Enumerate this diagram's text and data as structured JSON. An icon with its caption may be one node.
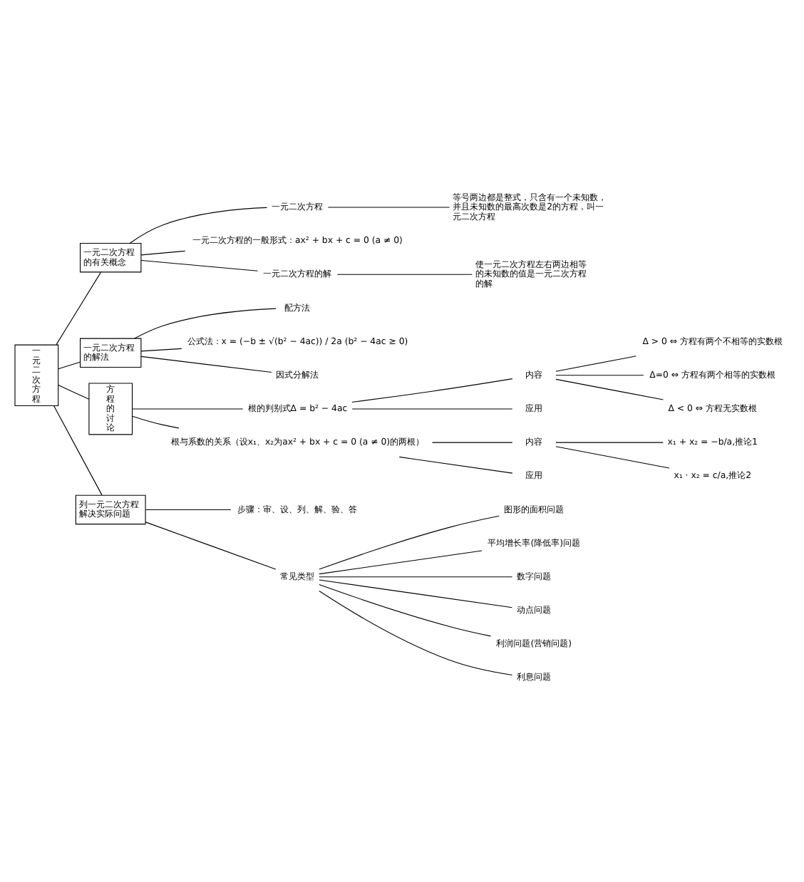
{
  "diagram": {
    "nodes": [
      {
        "text": [
          "一元二次方程"
        ]
      },
      {
        "text": [
          "一元二次方程的有关概念"
        ]
      },
      {
        "text": [
          "一元二次方程"
        ]
      },
      {
        "text": [
          "等号两边都是整式，只含有一个未知数，并且未知数的最高次数是2的方程，叫一元二次方程"
        ]
      },
      {
        "text": [
          "一元二次方程的一般形式：ax² + bx + c = 0 (a ≠ 0)"
        ]
      },
      {
        "text": [
          "一元二次方程的解"
        ]
      },
      {
        "text": [
          "使一元二次方程左右两边相等的未知数的值是一元二次方程的解"
        ]
      },
      {
        "text": [
          "一元二次方程的解法"
        ]
      },
      {
        "text": [
          "配方法"
        ]
      },
      {
        "text": [
          "公式法：x = (−b ± √(b² − 4ac)) / 2a (b² − 4ac ≥ 0)"
        ]
      },
      {
        "text": [
          "因式分解法"
        ]
      },
      {
        "text": [
          "方程的讨论"
        ]
      },
      {
        "text": [
          "根的判别式Δ = b² − 4ac"
        ]
      },
      {
        "text": [
          "内容"
        ]
      },
      {
        "text": [
          "Δ > 0 ⇔ 方程有两个不相等的实数根"
        ]
      },
      {
        "text": [
          "Δ=0 ⇔ 方程有两个相等的实数根"
        ]
      },
      {
        "text": [
          "Δ < 0 ⇔ 方程无实数根"
        ]
      },
      {
        "text": [
          "应用"
        ]
      },
      {
        "text": [
          "根与系数的关系（设x₁、x₂为ax² + bx + c = 0 (a ≠ 0)的两根）"
        ]
      },
      {
        "text": [
          "内容"
        ]
      },
      {
        "text": [
          "x₁ + x₂ = −b/a,推论1"
        ]
      },
      {
        "text": [
          "x₁ · x₂ = c/a,推论2"
        ]
      },
      {
        "text": [
          "应用"
        ]
      },
      {
        "text": [
          "列一元二次方程解决实际问题"
        ]
      },
      {
        "text": [
          "步骤：审、设、列、解、验、答"
        ]
      },
      {
        "text": [
          "常见类型"
        ]
      },
      {
        "text": [
          "图形的面积问题"
        ]
      },
      {
        "text": [
          "平均增长率(降低率)问题"
        ]
      },
      {
        "text": [
          "数字问题"
        ]
      },
      {
        "text": [
          "动点问题"
        ]
      },
      {
        "text": [
          "利润问题(营销问题)"
        ]
      },
      {
        "text": [
          "利息问题"
        ]
      }
    ],
    "edges": [
      {
        "from": 0,
        "to": 1,
        "arrow": "none"
      },
      {
        "from": 0,
        "to": 7,
        "arrow": "none"
      },
      {
        "from": 0,
        "to": 11,
        "arrow": "none"
      },
      {
        "from": 0,
        "to": 23,
        "arrow": "none"
      },
      {
        "from": 1,
        "to": 2,
        "arrow": "none"
      },
      {
        "from": 2,
        "to": 3,
        "arrow": "none"
      },
      {
        "from": 1,
        "to": 4,
        "arrow": "none"
      },
      {
        "from": 1,
        "to": 5,
        "arrow": "none"
      },
      {
        "from": 5,
        "to": 6,
        "arrow": "none"
      },
      {
        "from": 7,
        "to": 8,
        "arrow": "none"
      },
      {
        "from": 7,
        "to": 9,
        "arrow": "none"
      },
      {
        "from": 7,
        "to": 10,
        "arrow": "none"
      },
      {
        "from": 11,
        "to": 12,
        "arrow": "none"
      },
      {
        "from": 12,
        "to": 13,
        "arrow": "none"
      },
      {
        "from": 13,
        "to": 14,
        "arrow": "none"
      },
      {
        "from": 13,
        "to": 15,
        "arrow": "none"
      },
      {
        "from": 13,
        "to": 16,
        "arrow": "none"
      },
      {
        "from": 12,
        "to": 17,
        "arrow": "none"
      },
      {
        "from": 11,
        "to": 18,
        "arrow": "none"
      },
      {
        "from": 18,
        "to": 19,
        "arrow": "none"
      },
      {
        "from": 19,
        "to": 20,
        "arrow": "none"
      },
      {
        "from": 19,
        "to": 21,
        "arrow": "none"
      },
      {
        "from": 18,
        "to": 22,
        "arrow": "none"
      },
      {
        "from": 23,
        "to": 24,
        "arrow": "none"
      },
      {
        "from": 23,
        "to": 25,
        "arrow": "none"
      },
      {
        "from": 25,
        "to": 26,
        "arrow": "none"
      },
      {
        "from": 25,
        "to": 27,
        "arrow": "none"
      },
      {
        "from": 25,
        "to": 28,
        "arrow": "none"
      },
      {
        "from": 25,
        "to": 29,
        "arrow": "none"
      },
      {
        "from": 25,
        "to": 30,
        "arrow": "none"
      },
      {
        "from": 25,
        "to": 31,
        "arrow": "none"
      }
    ]
  }
}
